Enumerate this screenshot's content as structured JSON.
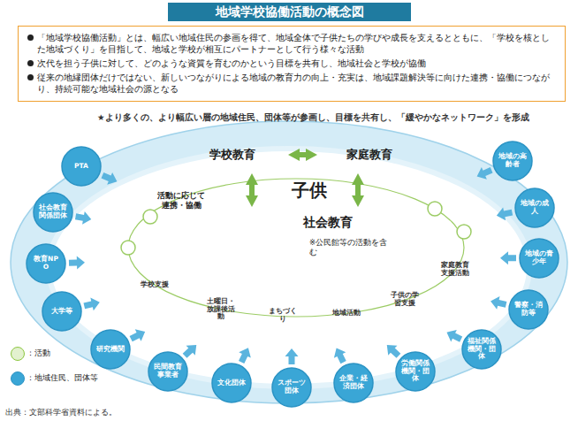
{
  "diagram": {
    "title": "地域学校協働活動の概念図",
    "caption": "出典：文部科学省資料による。",
    "nodes": [
      {
        "text": [
          "「地域学校協働活動」とは、幅広い地域住民の参画を得て、地域全体で子供たちの学びや成長を支えるとともに、「学校を核とした地域づくり」を目指して、地域と学校が相互にパートナーとして行う様々な活動",
          "次代を担う子供に対して、どのような資質を育むのかという目標を共有し、地域社会と学校が協働",
          "従来の地縁団体だけではない、新しいつながりによる地域の教育力の向上・充実は、地域課題解決等に向けた連携・協働につながり、持続可能な地域社会の源となる"
        ]
      },
      {
        "text": [
          "★より多くの、より幅広い層の地域住民、団体等が参画し、目標を共有し、「緩やかなネットワーク」を形成"
        ]
      },
      {
        "text": [
          "学校教育"
        ],
        "in": 1
      },
      {
        "text": [
          "家庭教育"
        ],
        "in": 1
      },
      {
        "text": [
          "社会教育",
          "※公民館等の活動を含む"
        ],
        "in": 1
      },
      {
        "text": [
          "地域学校協働活動"
        ],
        "in": 4
      },
      {
        "text": [
          "学校支援"
        ],
        "in": 1
      },
      {
        "text": [
          "土曜日・放課後活動"
        ],
        "in": 1
      },
      {
        "text": [
          "まちづくり"
        ],
        "in": 1
      },
      {
        "text": [
          "地域活動"
        ],
        "in": 1
      },
      {
        "text": [
          "子供の学習支援"
        ],
        "in": 1
      },
      {
        "text": [
          "家庭教育支援活動"
        ],
        "in": 1
      },
      {
        "text": [
          "PTA"
        ]
      },
      {
        "text": [
          "社会教育関係団体"
        ]
      },
      {
        "text": [
          "教育NPO"
        ]
      },
      {
        "text": [
          "大学等"
        ]
      },
      {
        "text": [
          "研究機関"
        ]
      },
      {
        "text": [
          "民間教育事業者"
        ]
      },
      {
        "text": [
          "文化団体"
        ]
      },
      {
        "text": [
          "スポーツ団体"
        ]
      },
      {
        "text": [
          "企業・経済団体"
        ]
      },
      {
        "text": [
          "労働関係機関・団体"
        ]
      },
      {
        "text": [
          "福祉関係機関・団体"
        ]
      },
      {
        "text": [
          "警察・消防等"
        ]
      },
      {
        "text": [
          "地域の青少年"
        ]
      },
      {
        "text": [
          "地域の成人"
        ]
      },
      {
        "text": [
          "地域の高齢者"
        ]
      }
    ],
    "edges": [
      {
        "from": 2,
        "to": 3,
        "arrow": "both"
      },
      {
        "from": 2,
        "to": 4,
        "arrow": "both"
      },
      {
        "from": 3,
        "to": 4,
        "arrow": "both"
      }
    ],
    "labels": [
      "子供",
      "活動に応じて連携・協働"
    ],
    "legend": [
      {
        "text": "：活動",
        "color": "#e3f1cf"
      },
      {
        "text": "：地域住民、団体等",
        "color": "#3aa6d6"
      }
    ]
  }
}
